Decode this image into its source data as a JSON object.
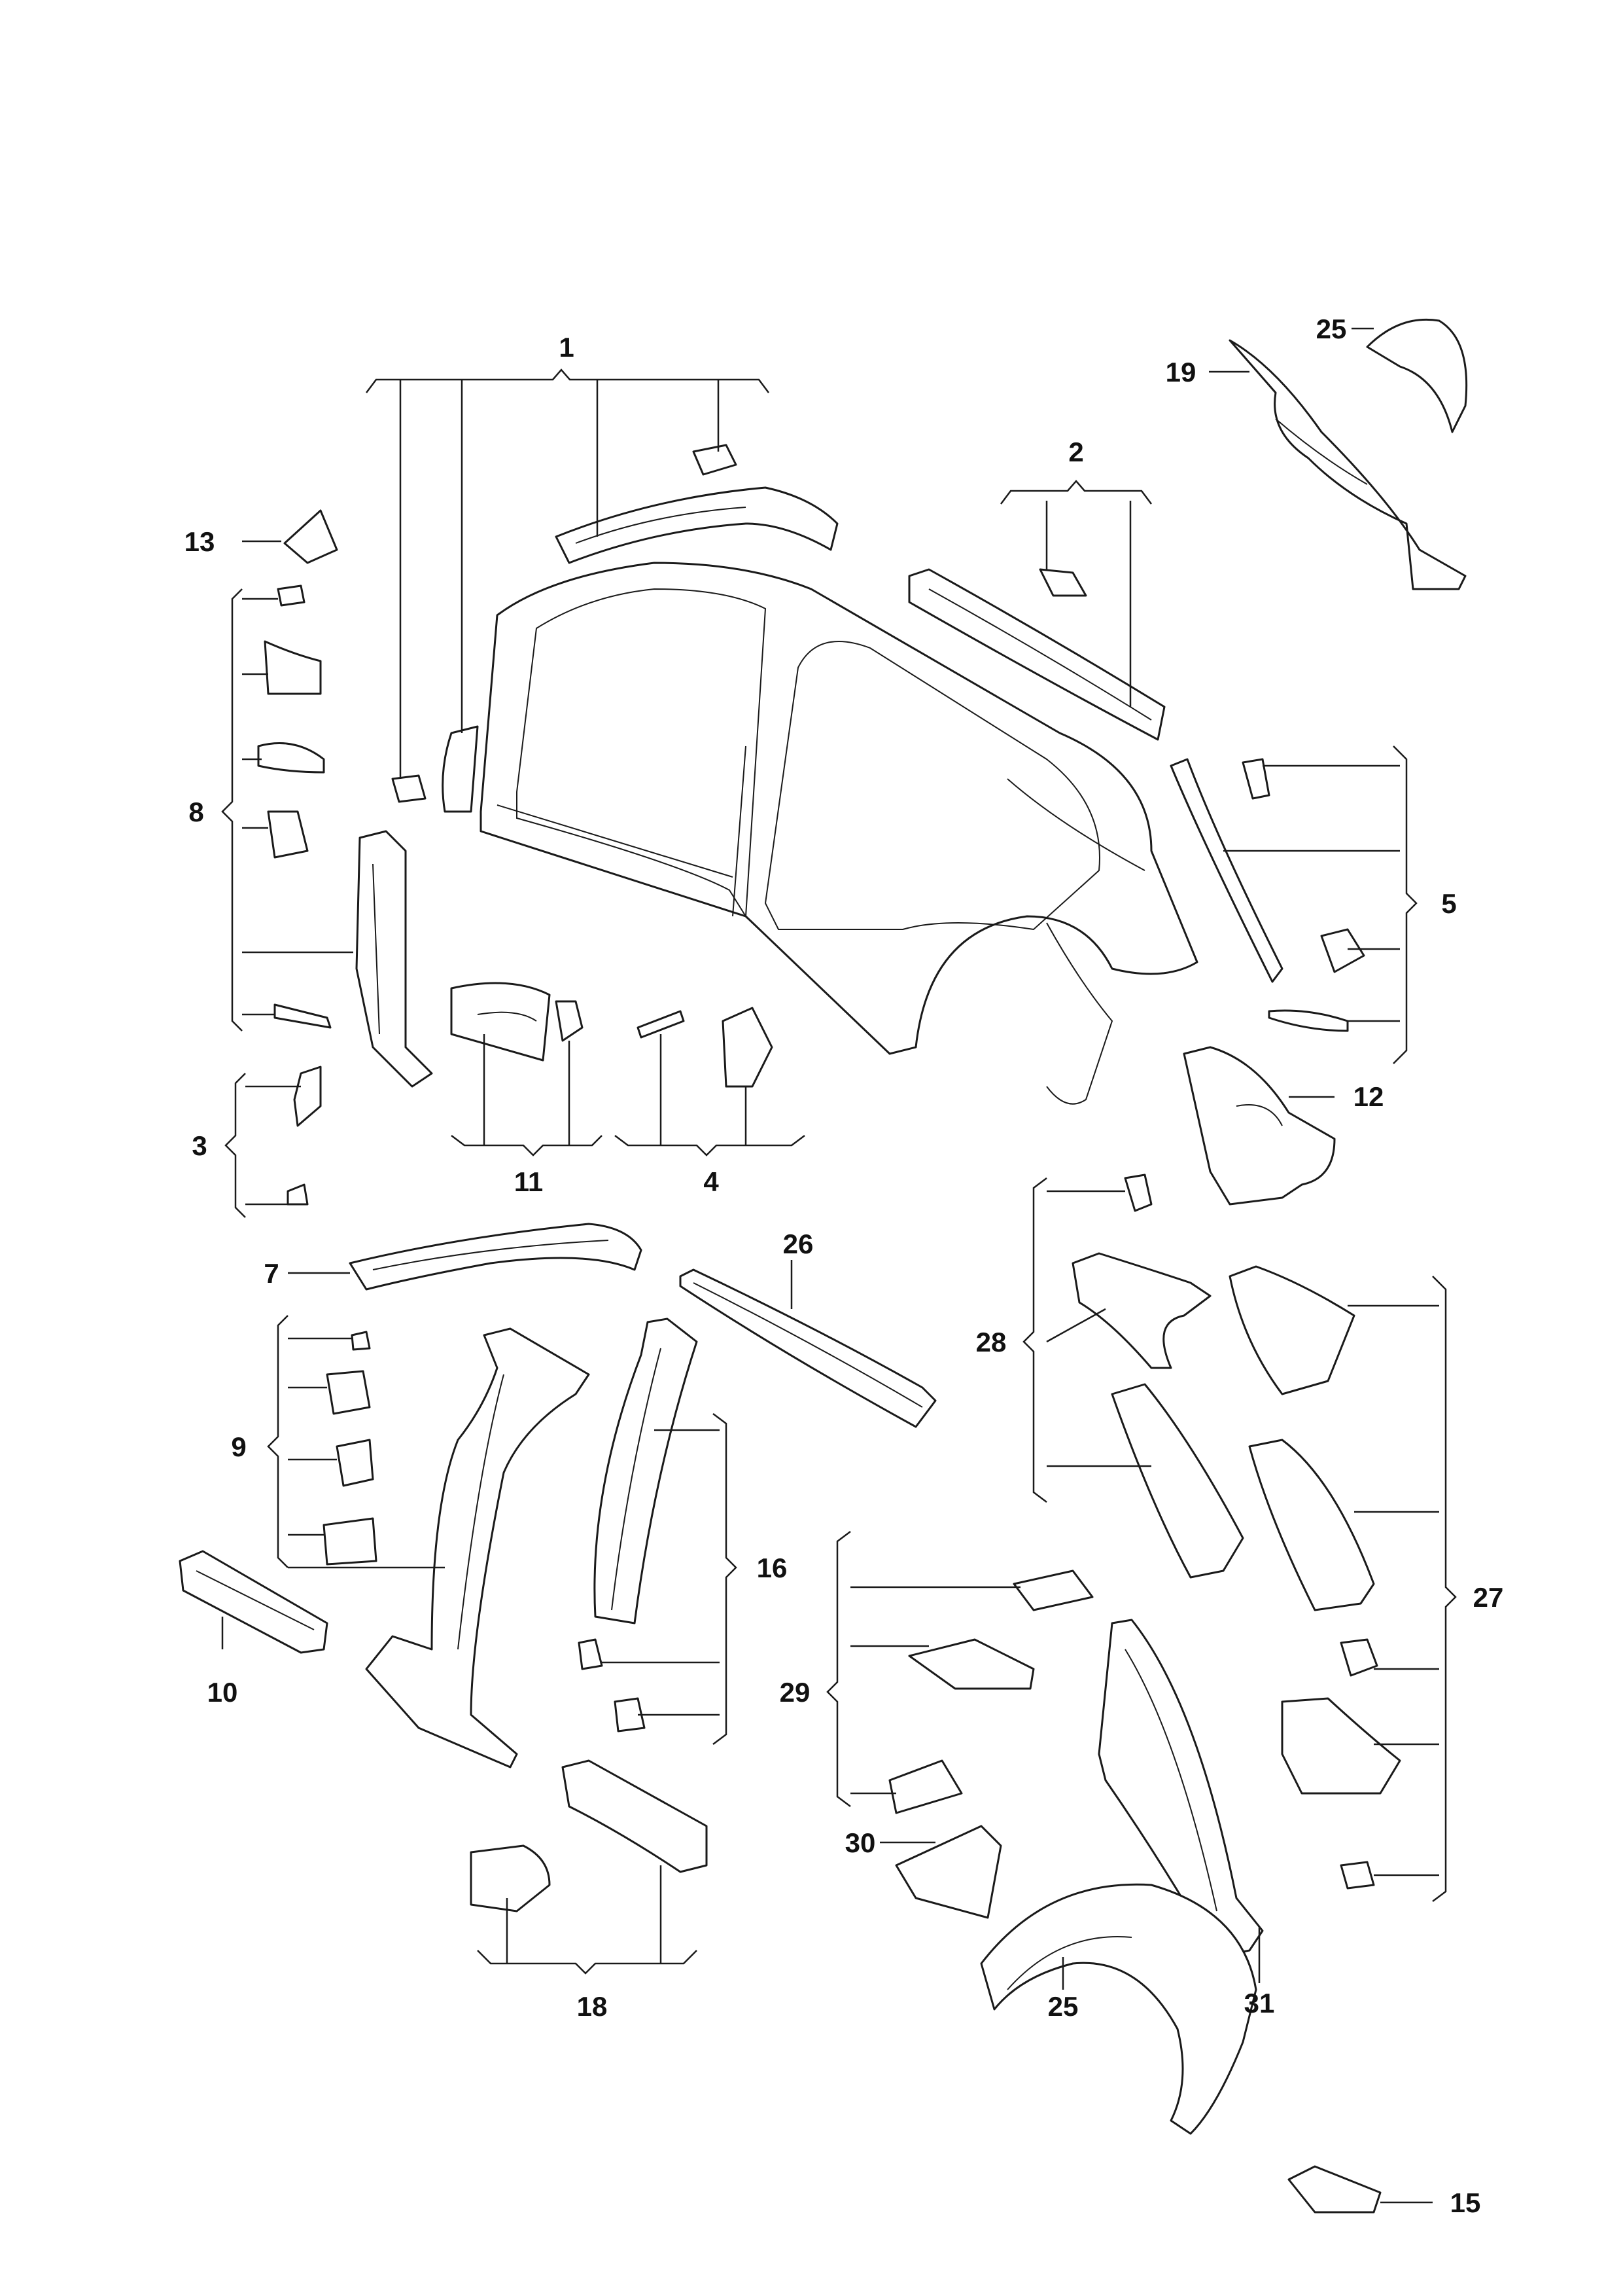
{
  "diagram": {
    "callouts": [
      {
        "id": "c1",
        "text": "1"
      },
      {
        "id": "c2",
        "text": "2"
      },
      {
        "id": "c3",
        "text": "3"
      },
      {
        "id": "c4",
        "text": "4"
      },
      {
        "id": "c5",
        "text": "5"
      },
      {
        "id": "c7",
        "text": "7"
      },
      {
        "id": "c8",
        "text": "8"
      },
      {
        "id": "c9",
        "text": "9"
      },
      {
        "id": "c10",
        "text": "10"
      },
      {
        "id": "c11",
        "text": "11"
      },
      {
        "id": "c12",
        "text": "12"
      },
      {
        "id": "c13",
        "text": "13"
      },
      {
        "id": "c15",
        "text": "15"
      },
      {
        "id": "c16",
        "text": "16"
      },
      {
        "id": "c18",
        "text": "18"
      },
      {
        "id": "c19",
        "text": "19"
      },
      {
        "id": "c25a",
        "text": "25"
      },
      {
        "id": "c25b",
        "text": "25"
      },
      {
        "id": "c26",
        "text": "26"
      },
      {
        "id": "c27",
        "text": "27"
      },
      {
        "id": "c28",
        "text": "28"
      },
      {
        "id": "c29",
        "text": "29"
      },
      {
        "id": "c30",
        "text": "30"
      },
      {
        "id": "c31",
        "text": "31"
      }
    ]
  }
}
